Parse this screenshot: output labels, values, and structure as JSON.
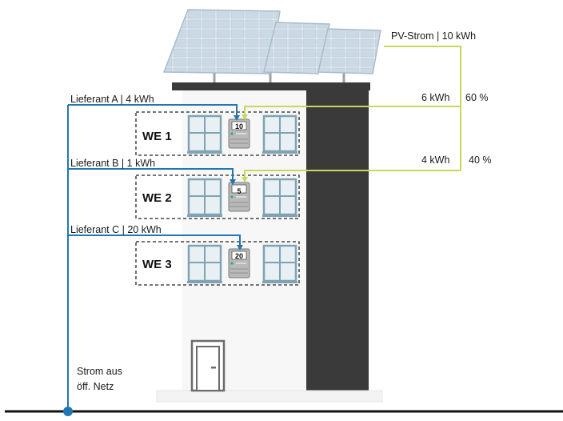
{
  "colors": {
    "grid_line": "#1f77b4",
    "pv_line": "#c8d85a",
    "tower": "#3a3a3a",
    "facade": "#f7f7f7",
    "window": "#7fa3b4",
    "meter": "#9a9a9a"
  },
  "pv": {
    "label": "PV-Strom | 10 kWh",
    "split": [
      {
        "kwh": "6 kWh",
        "share": "60 %"
      },
      {
        "kwh": "4 kWh",
        "share": "40 %"
      }
    ]
  },
  "suppliers": [
    {
      "label": "Lieferant A | 4 kWh"
    },
    {
      "label": "Lieferant B | 1 kWh"
    },
    {
      "label": "Lieferant C | 20 kWh"
    }
  ],
  "units": [
    {
      "name": "WE 1",
      "meter": "10"
    },
    {
      "name": "WE 2",
      "meter": "5"
    },
    {
      "name": "WE 3",
      "meter": "20"
    }
  ],
  "grid": {
    "line1": "Strom aus",
    "line2": "öff. Netz"
  },
  "icons": [
    "solar-panel-icon",
    "window-icon",
    "electricity-meter-icon",
    "door-icon"
  ]
}
